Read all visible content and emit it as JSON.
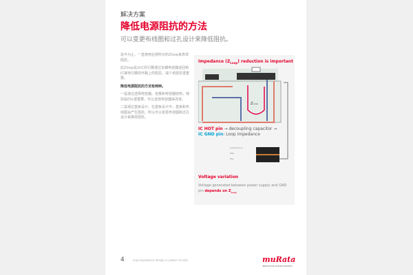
{
  "header": {
    "section": "解决方案",
    "title": "降低电源阻抗的方法",
    "subtitle": "可以变更布线图和过孔设计来降低阻抗。"
  },
  "body": {
    "paragraphs": [
      "迄今为止，一直使用右侧所示的Zloop来表现阻抗。",
      "此Zloop是从IC的引脚通过去耦电容器返回到IC接地引脚的环路上的阻抗。减少该阻抗很重要。",
      "降低电源阻抗的方法有两种。",
      "一是通过选择电容器。容量和电容器结构，特别是ESL很重要，可以选择电容器来改变。",
      "二是通过基板设计。在基板设计中，基板和布线图会产生阻抗。所以可以变更布线图和过孔设计来降低阻抗。"
    ]
  },
  "panel": {
    "title_pre": "Impedance (Z",
    "title_sub": "Loop",
    "title_post": ") reduction is important",
    "hot_label": "IC HOT pin",
    "hot_text": " → decoupling capacitor →",
    "gnd_label": "IC GND pin",
    "gnd_text": ": Loop impedance",
    "zloop": "Z",
    "zloop_sub": "Loop",
    "cap_labels": [
      "Capacitance",
      "ESR",
      "ESL"
    ],
    "voltage_title": "Voltage variation",
    "voltage_text": "Voltage generated between power supply and GND pin ",
    "voltage_bold": "depends on Z",
    "voltage_sub": "Loop"
  },
  "footer": {
    "page": "4",
    "text": "Low impedance design in power circuits",
    "logo": "muRata",
    "tagline": "INNOVATOR IN ELECTRONICS"
  },
  "colors": {
    "accent": "#e4002b",
    "cyan": "#00a0d2"
  }
}
